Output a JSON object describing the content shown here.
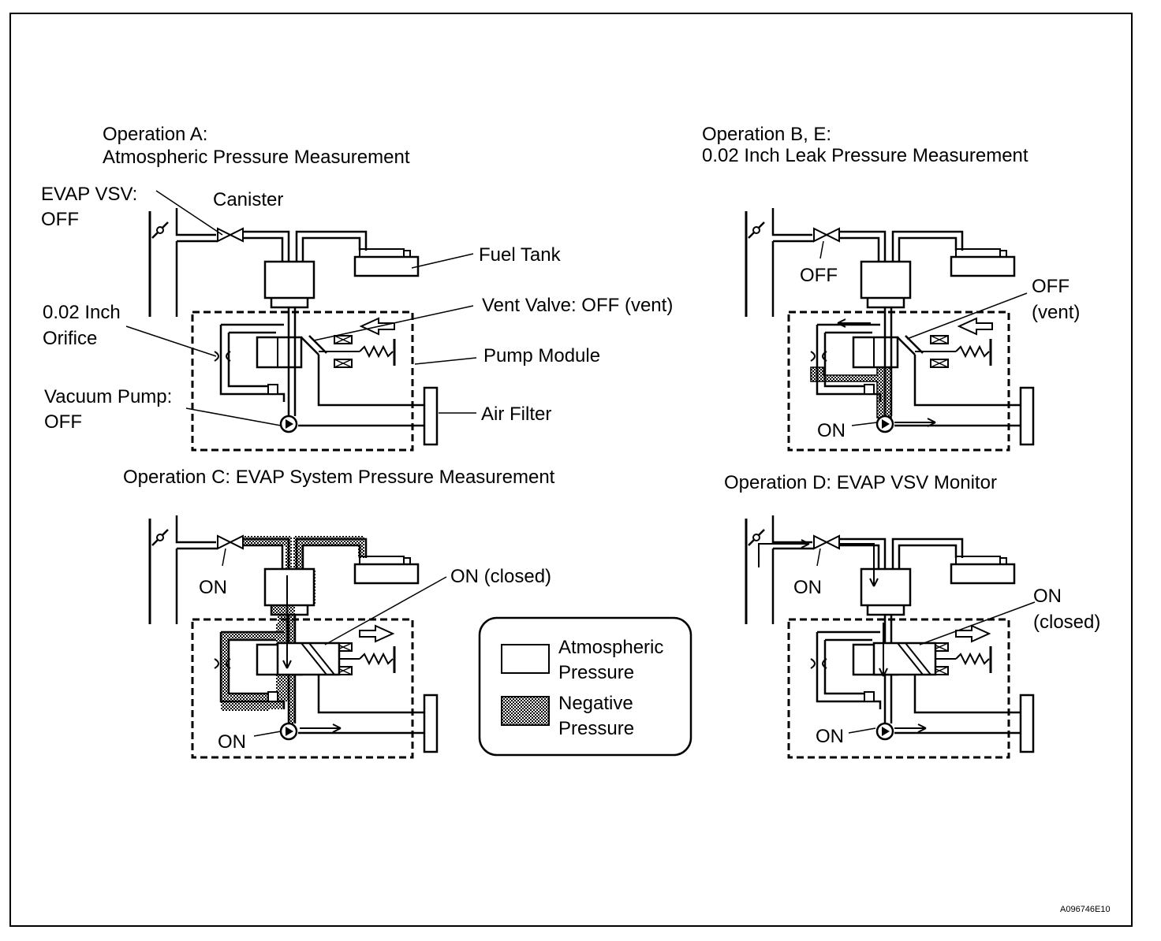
{
  "panel_a": {
    "title_line1": "Operation A:",
    "title_line2": "Atmospheric Pressure Measurement",
    "evap_vsv_line1": "EVAP VSV:",
    "evap_vsv_line2": "OFF",
    "canister": "Canister",
    "fuel_tank": "Fuel Tank",
    "vent_valve": "Vent Valve: OFF (vent)",
    "orifice_line1": "0.02 Inch",
    "orifice_line2": "Orifice",
    "pump_module": "Pump Module",
    "vacuum_pump_line1": "Vacuum Pump:",
    "vacuum_pump_line2": "OFF",
    "air_filter": "Air Filter"
  },
  "panel_b": {
    "title_line1": "Operation B, E:",
    "title_line2": "0.02 Inch Leak Pressure Measurement",
    "vsv_state": "OFF",
    "vent_line1": "OFF",
    "vent_line2": "(vent)",
    "pump_state": "ON"
  },
  "panel_c": {
    "title": "Operation C: EVAP System Pressure Measurement",
    "vsv_state": "ON",
    "vent_state": "ON (closed)",
    "pump_state": "ON"
  },
  "panel_d": {
    "title": "Operation D: EVAP VSV Monitor",
    "vsv_state": "ON",
    "vent_line1": "ON",
    "vent_line2": "(closed)",
    "pump_state": "ON"
  },
  "legend": {
    "atm_line1": "Atmospheric",
    "atm_line2": "Pressure",
    "neg_line1": "Negative",
    "neg_line2": "Pressure"
  },
  "figure_id": "A096746E10"
}
